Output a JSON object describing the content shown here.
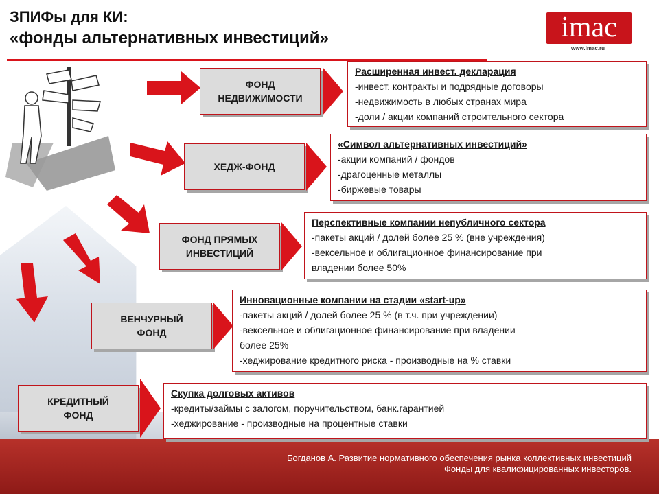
{
  "title": {
    "line1": "ЗПИФы для КИ:",
    "line2": "«фонды альтернативных инвестиций»"
  },
  "logo": {
    "text": "imac",
    "url": "www.imac.ru"
  },
  "funds": [
    {
      "name_line1": "ФОНД",
      "name_line2": "НЕДВИЖИМОСТИ",
      "heading": "Расширенная инвест. декларация",
      "items": [
        "-инвест. контракты и подрядные договоры",
        "-недвижимость в любых странах мира",
        "-доли / акции компаний строительного сектора"
      ]
    },
    {
      "name_line1": "ХЕДЖ-ФОНД",
      "name_line2": "",
      "heading": "«Символ альтернативных инвестиций»",
      "items": [
        "-акции компаний / фондов",
        "-драгоценные металлы",
        "-биржевые товары"
      ]
    },
    {
      "name_line1": "ФОНД ПРЯМЫХ",
      "name_line2": "ИНВЕСТИЦИЙ",
      "heading": "Перспективные компании непубличного сектора",
      "items": [
        "-пакеты акций / долей более 25 % (вне учреждения)",
        "-вексельное и облигационное финансирование при",
        "владении более 50%"
      ]
    },
    {
      "name_line1": "ВЕНЧУРНЫЙ",
      "name_line2": "ФОНД",
      "heading": "Инновационные компании на стадии «start-up»",
      "items": [
        "-пакеты акций / долей более 25 % (в т.ч. при учреждении)",
        "-вексельное и облигационное финансирование при владении",
        "более 25%",
        "-хеджирование кредитного риска - производные на % ставки"
      ]
    },
    {
      "name_line1": "КРЕДИТНЫЙ",
      "name_line2": "ФОНД",
      "heading": "Скупка долговых активов",
      "items": [
        "-кредиты/займы с залогом, поручительством, банк.гарантией",
        "-хеджирование - производные на процентные ставки"
      ]
    }
  ],
  "footer": {
    "line1": "Богданов А. Развитие нормативного обеспечения рынка коллективных инвестиций",
    "line2": "Фонды для квалифицированных инвесторов."
  },
  "colors": {
    "accent": "#c0141b",
    "box_fill": "#dcdcdc",
    "footer_band": "#a0221d"
  }
}
